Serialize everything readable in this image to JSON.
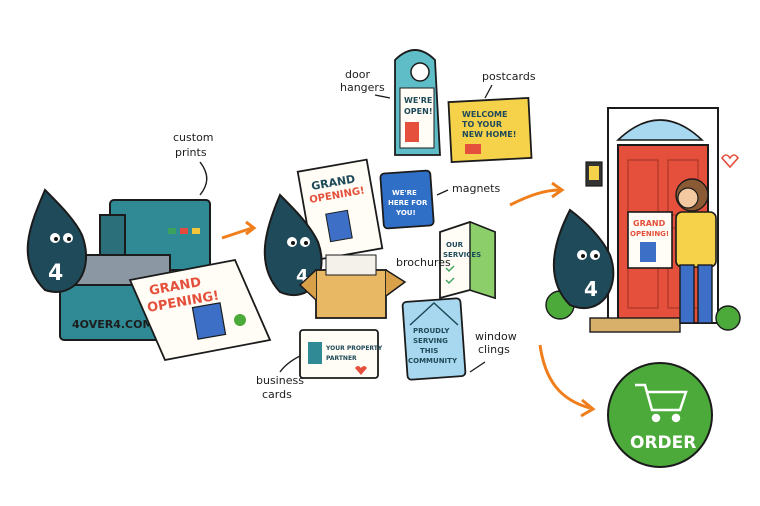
{
  "labels": {
    "custom_prints_1": "custom",
    "custom_prints_2": "prints",
    "door_hangers_1": "door",
    "door_hangers_2": "hangers",
    "postcards": "postcards",
    "magnets": "magnets",
    "brochures": "brochures",
    "window_clings_1": "window",
    "window_clings_2": "clings",
    "business_cards_1": "business",
    "business_cards_2": "cards"
  },
  "mascot": {
    "number": "4",
    "brand_text": "4OVER4.COM"
  },
  "prints": {
    "grand_1": "GRAND",
    "opening": "OPENING!",
    "door_hanger_1": "WE'RE",
    "door_hanger_2": "OPEN!",
    "postcard_1": "WELCOME",
    "postcard_2": "TO YOUR",
    "postcard_3": "NEW HOME!",
    "magnet_1": "WE'RE",
    "magnet_2": "HERE FOR",
    "magnet_3": "YOU!",
    "brochure_1": "OUR",
    "brochure_2": "SERVICES",
    "cling_1": "PROUDLY",
    "cling_2": "SERVING",
    "cling_3": "THIS",
    "cling_4": "COMMUNITY",
    "biz_1": "YOUR PROPERTY",
    "biz_2": "PARTNER",
    "held_1": "GRAND",
    "held_2": "OPENING!"
  },
  "order_button": {
    "label": "ORDER",
    "icon": "shopping-cart-icon"
  },
  "colors": {
    "mascot": "#1f4a5a",
    "accent_orange": "#f07e1b",
    "order_green": "#4caa3a",
    "door_red": "#e5503c",
    "printer_teal": "#2f8a95"
  }
}
